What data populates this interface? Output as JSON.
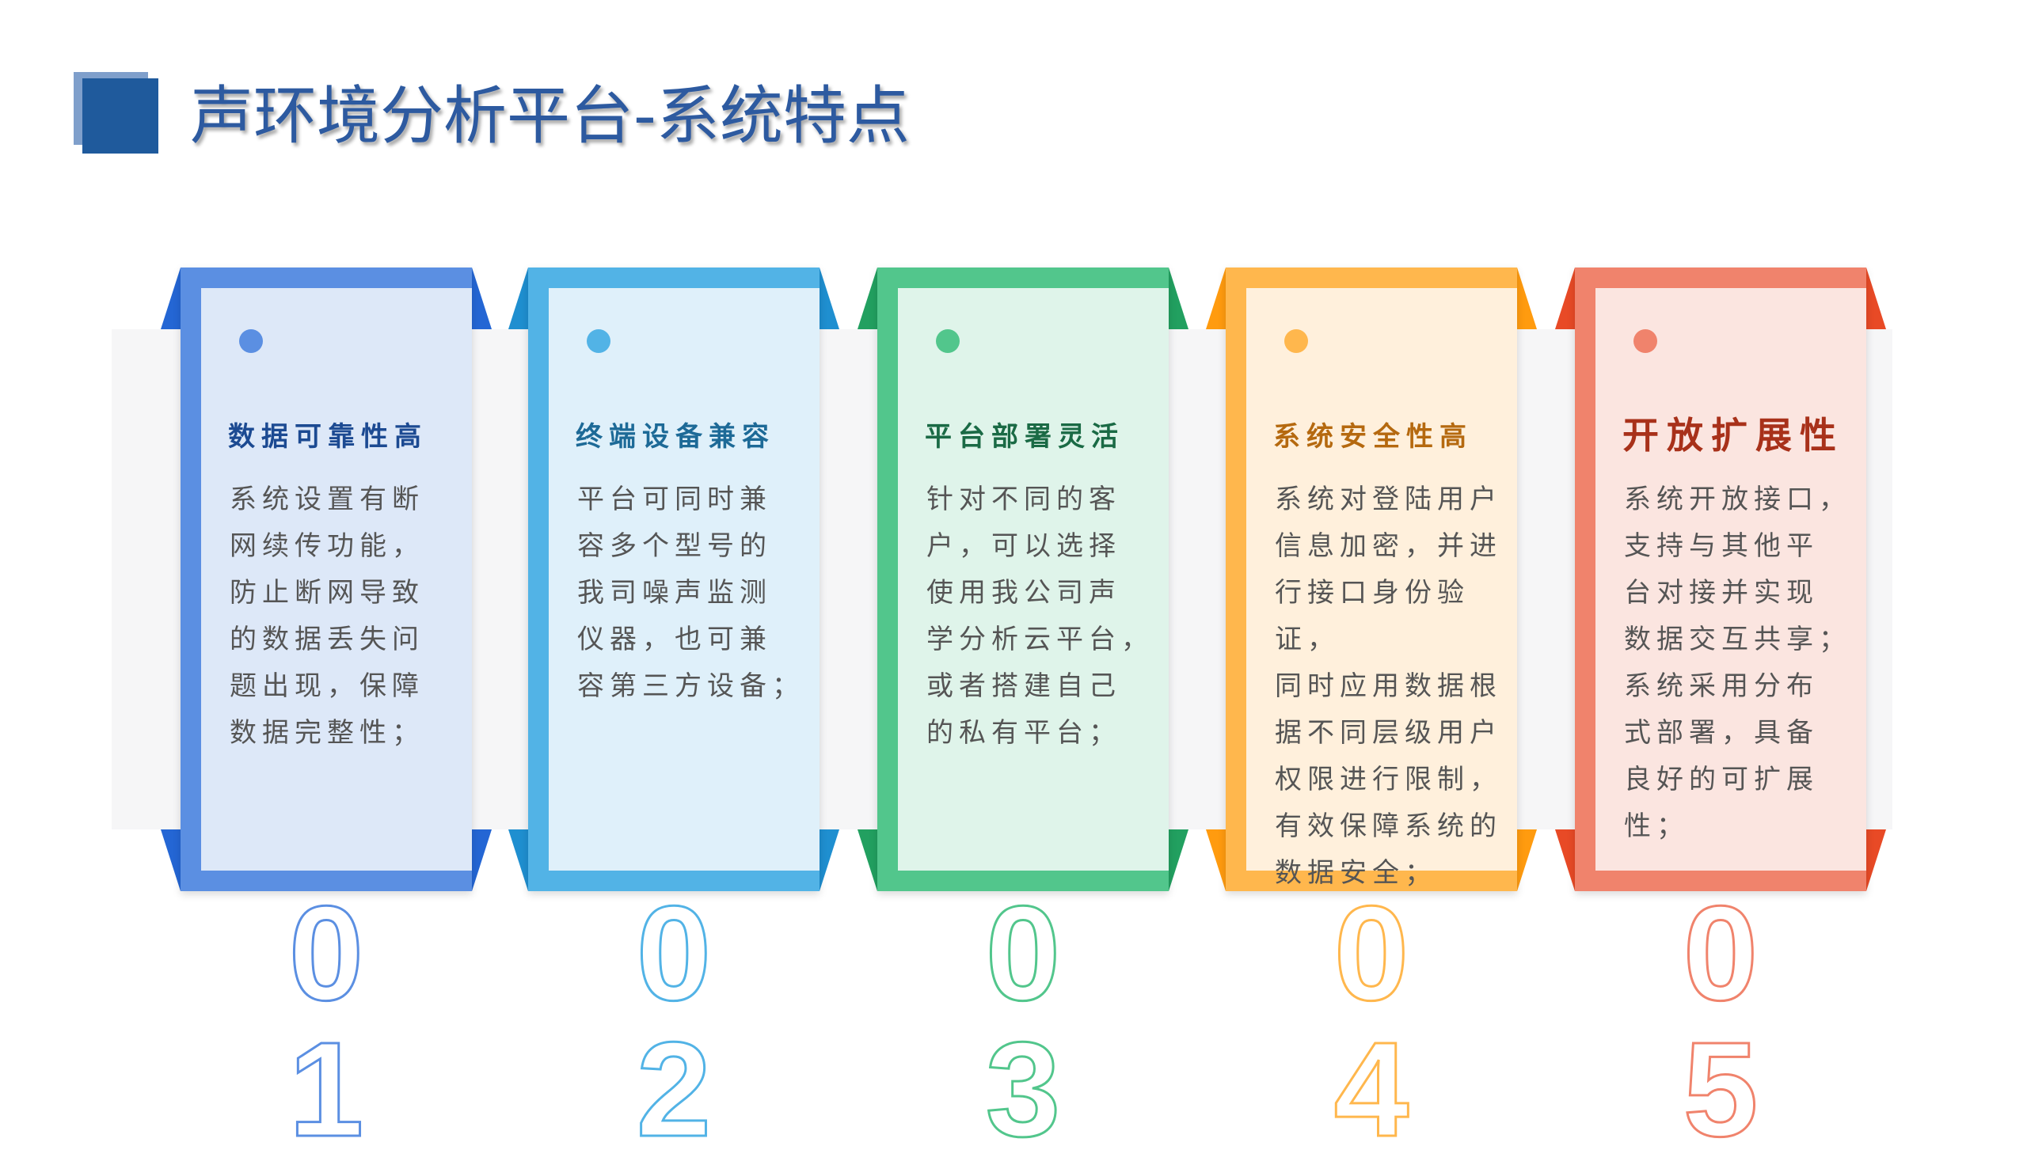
{
  "header": {
    "title": "声环境分析平台-系统特点"
  },
  "cards": [
    {
      "number_tens": "0",
      "number_ones": "1",
      "title": "数据可靠性高",
      "body": "系统设置有断\n网续传功能，\n防止断网导致\n的数据丢失问\n题出现，保障\n数据完整性；",
      "colors": {
        "main": "#5b8fe2",
        "dark": "#2466d4",
        "light": "#dde8f8",
        "title": "#1c4a92"
      }
    },
    {
      "number_tens": "0",
      "number_ones": "2",
      "title": "终端设备兼容",
      "body": "平台可同时兼\n容多个型号的\n我司噪声监测\n仪器，也可兼\n容第三方设备；",
      "colors": {
        "main": "#52b3e6",
        "dark": "#1f8fd0",
        "light": "#dff0fa",
        "title": "#1d6a97"
      }
    },
    {
      "number_tens": "0",
      "number_ones": "3",
      "title": "平台部署灵活",
      "body": "针对不同的客\n户，可以选择\n使用我公司声\n学分析云平台，\n或者搭建自己\n的私有平台；",
      "colors": {
        "main": "#52c68c",
        "dark": "#22a060",
        "light": "#dff4ea",
        "title": "#1a6a45"
      }
    },
    {
      "number_tens": "0",
      "number_ones": "4",
      "title": "系统安全性高",
      "body": "系统对登陆用户\n信息加密，并进\n行接口身份验证，\n同时应用数据根\n据不同层级用户\n权限进行限制，\n有效保障系统的\n数据安全；",
      "colors": {
        "main": "#ffb74d",
        "dark": "#ff9b0f",
        "light": "#fff0dc",
        "title": "#b5690f"
      }
    },
    {
      "number_tens": "0",
      "number_ones": "5",
      "title": "开放扩展性",
      "body": "系统开放接口，\n支持与其他平\n台对接并实现\n数据交互共享；\n系统采用分布\n式部署，具备\n良好的可扩展\n性；",
      "colors": {
        "main": "#f0836c",
        "dark": "#e84a26",
        "light": "#fbe5e0",
        "title": "#a8311a"
      }
    }
  ]
}
